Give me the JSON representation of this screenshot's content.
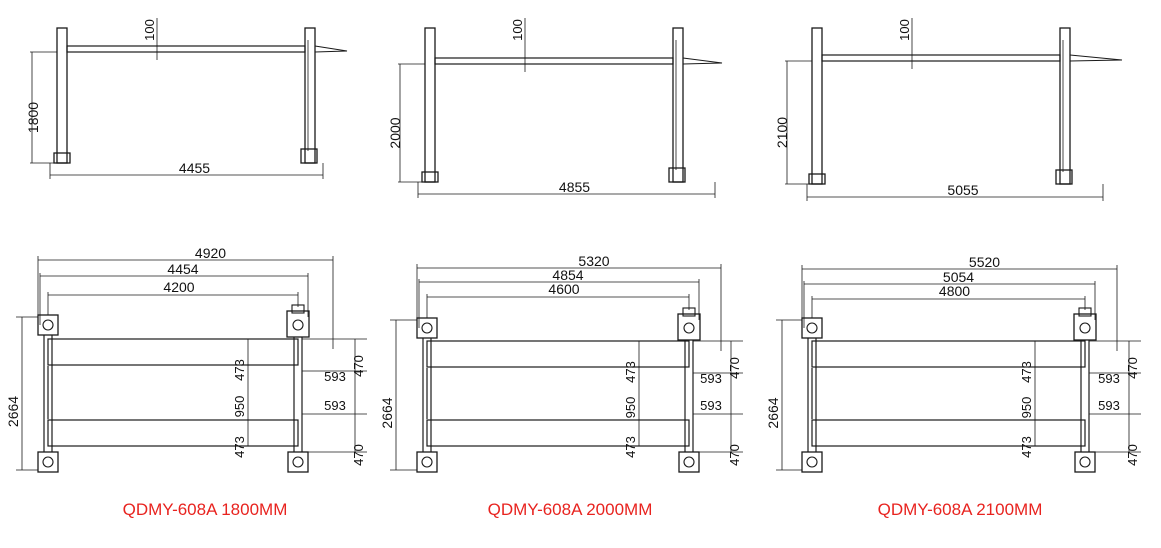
{
  "colors": {
    "line": "#1a1a1a",
    "caption": "#e8231f",
    "background": "#ffffff"
  },
  "models": [
    {
      "caption": "QDMY-608A 1800MM",
      "side": {
        "height": "1800",
        "top": "100",
        "length": "4455"
      },
      "plan": {
        "overall": "4920",
        "middle": "4454",
        "inner": "4200",
        "depth": "2664",
        "seg_top": "473",
        "seg_mid": "950",
        "seg_bot": "473",
        "right_top": "470",
        "right_mid1": "593",
        "right_mid2": "593",
        "right_bot": "470"
      }
    },
    {
      "caption": "QDMY-608A 2000MM",
      "side": {
        "height": "2000",
        "top": "100",
        "length": "4855"
      },
      "plan": {
        "overall": "5320",
        "middle": "4854",
        "inner": "4600",
        "depth": "2664",
        "seg_top": "473",
        "seg_mid": "950",
        "seg_bot": "473",
        "right_top": "470",
        "right_mid1": "593",
        "right_mid2": "593",
        "right_bot": "470"
      }
    },
    {
      "caption": "QDMY-608A 2100MM",
      "side": {
        "height": "2100",
        "top": "100",
        "length": "5055"
      },
      "plan": {
        "overall": "5520",
        "middle": "5054",
        "inner": "4800",
        "depth": "2664",
        "seg_top": "473",
        "seg_mid": "950",
        "seg_bot": "473",
        "right_top": "470",
        "right_mid1": "593",
        "right_mid2": "593",
        "right_bot": "470"
      }
    }
  ]
}
